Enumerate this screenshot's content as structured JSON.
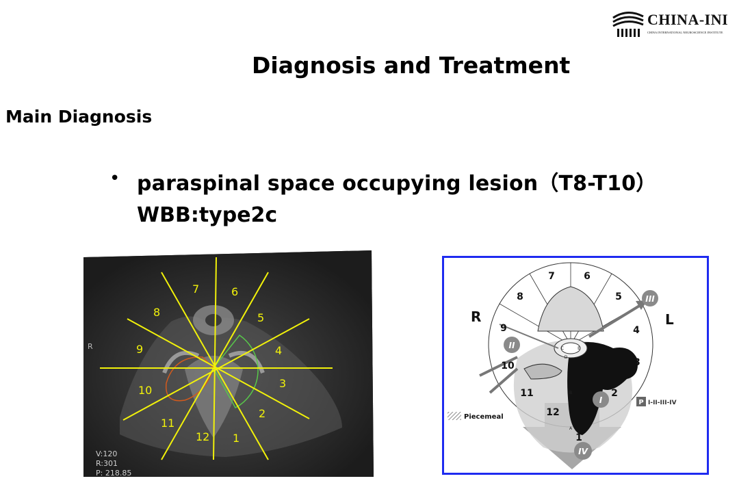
{
  "logo": {
    "name": "CHINA-INI",
    "subtitle": "CHINA INTERNATIONAL NEUROSCIENCE INSTITUTE"
  },
  "title": "Diagnosis and Treatment",
  "section": "Main Diagnosis",
  "bullet_symbol": "•",
  "diagnosis_line1": "paraspinal space occupying lesion（T8-T10）",
  "diagnosis_line2": "WBB:type2c",
  "ct_image": {
    "zone_labels": [
      "1",
      "2",
      "3",
      "4",
      "5",
      "6",
      "7",
      "8",
      "9",
      "10",
      "11",
      "12"
    ],
    "side_marker": "R",
    "info": [
      "V:120",
      "R:301",
      "P: 218.85"
    ]
  },
  "wbb_figure": {
    "border_color": "#1e2bf0",
    "side_left": "R",
    "side_right": "L",
    "zones": [
      "1",
      "2",
      "3",
      "4",
      "5",
      "6",
      "7",
      "8",
      "9",
      "10",
      "11",
      "12"
    ],
    "layers": [
      "I",
      "II",
      "III",
      "IV"
    ],
    "layer_badge": "P",
    "layer_text": "I-II-III-IV",
    "legend": "Piecemeal",
    "inner_letters": [
      "A",
      "B",
      "C",
      "D",
      "E"
    ]
  }
}
